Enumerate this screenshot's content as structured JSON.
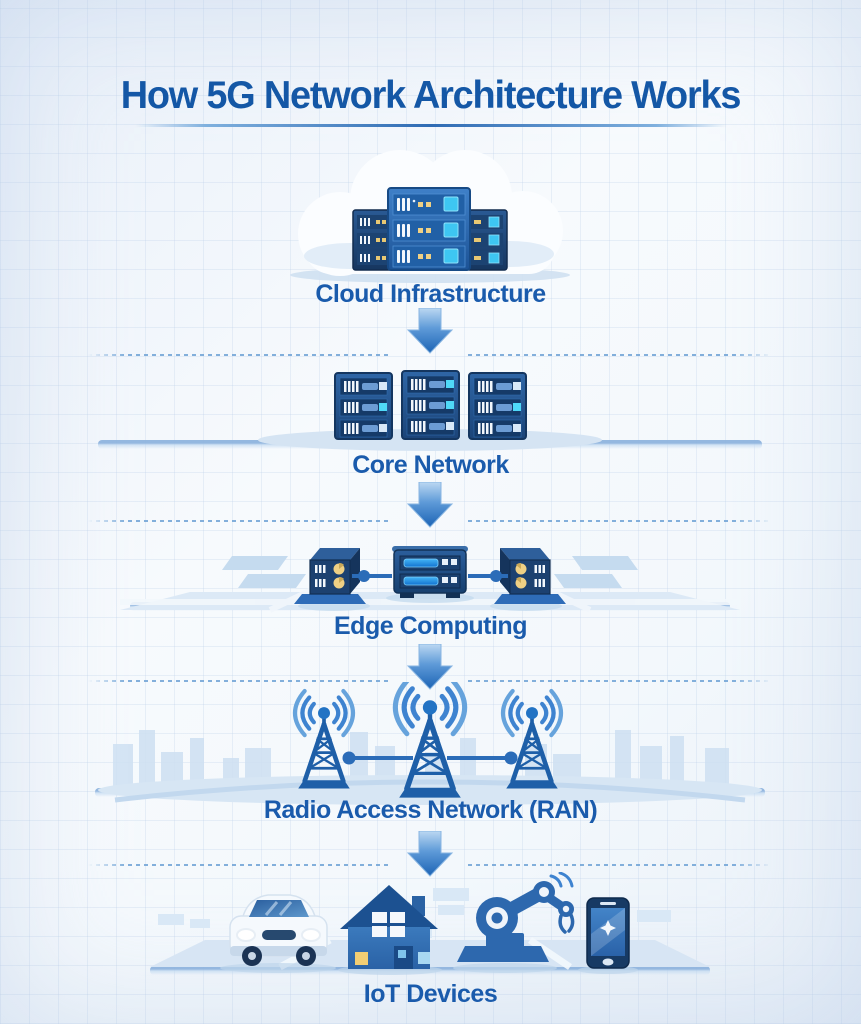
{
  "title": {
    "text": "How 5G Network Architecture Works"
  },
  "layers": [
    {
      "id": "cloud-infrastructure",
      "label": "Cloud Infrastructure",
      "icon": "cloud-servers-icon"
    },
    {
      "id": "core-network",
      "label": "Core Network",
      "icon": "server-racks-icon"
    },
    {
      "id": "edge-computing",
      "label": "Edge Computing",
      "icon": "edge-nodes-icon"
    },
    {
      "id": "radio-access-network",
      "label": "Radio Access Network (RAN)",
      "icon": "cell-towers-icon"
    },
    {
      "id": "iot-devices",
      "label": "IoT Devices",
      "icon": "iot-devices-icon"
    }
  ],
  "flow": {
    "direction": "top-down",
    "arrow_count": 4,
    "arrow_icon": "arrow-down-icon"
  },
  "colors": {
    "title_blue": "#1457A6",
    "label_blue": "#1A5BAC",
    "arrow_blue": "#1C64B5",
    "navy": "#1D4070",
    "rack_blue": "#2E6CB2",
    "cyan_accent": "#3EC6F2",
    "yellow_accent": "#F2CE74",
    "platform_blue": "#D6E5F4",
    "skyline_blue": "#CEE0F2",
    "divider_blue": "#6FA3D6",
    "background": "#F3F7FC"
  }
}
